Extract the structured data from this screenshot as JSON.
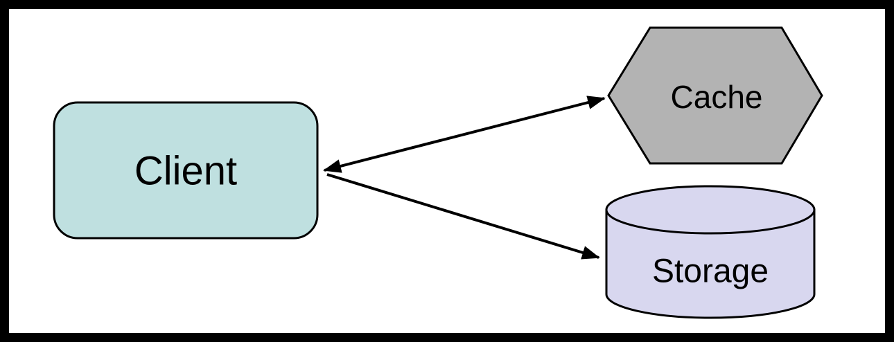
{
  "diagram": {
    "type": "architecture-diagram",
    "colors": {
      "background": "#000000",
      "canvas": "#ffffff",
      "stroke": "#000000"
    },
    "nodes": {
      "client": {
        "label": "Client",
        "shape": "rounded-rectangle",
        "fill": "#bfe0e0"
      },
      "cache": {
        "label": "Cache",
        "shape": "hexagon",
        "fill": "#b3b3b3"
      },
      "storage": {
        "label": "Storage",
        "shape": "cylinder",
        "fill": "#d8d7ef"
      }
    },
    "edges": [
      {
        "from": "client",
        "to": "cache",
        "arrows": "both"
      },
      {
        "from": "client",
        "to": "storage",
        "arrows": "end"
      }
    ]
  }
}
